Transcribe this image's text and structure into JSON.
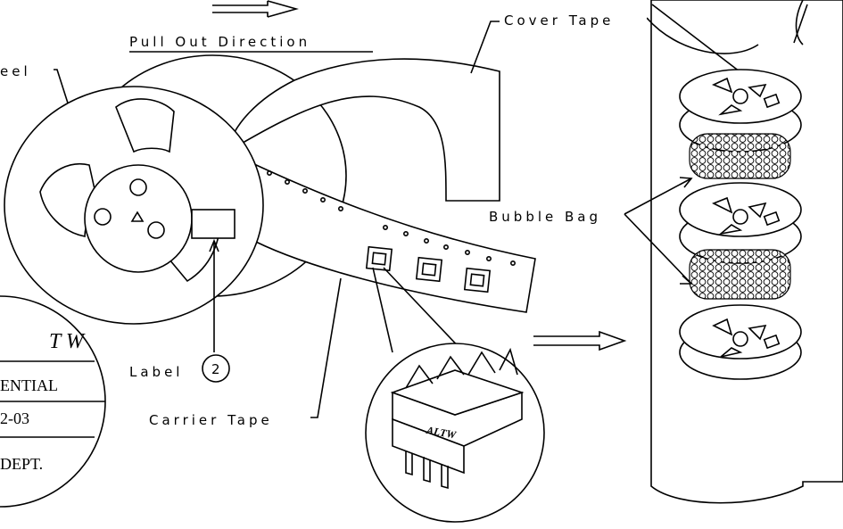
{
  "labels": {
    "pull_out": "Pull Out Direction",
    "reel": "eel",
    "cover_tape": "Cover Tape",
    "bubble_bag": "Bubble Bag",
    "label_prefix": "Label",
    "label_num": "2",
    "carrier_tape": "Carrier Tape",
    "part_mark": "ALTW"
  },
  "stamp": {
    "logo": "T W",
    "line1": "ENTIAL",
    "line2": "2-03",
    "line3": "DEPT."
  },
  "colors": {
    "ink": "#000000",
    "paper": "#ffffff"
  }
}
